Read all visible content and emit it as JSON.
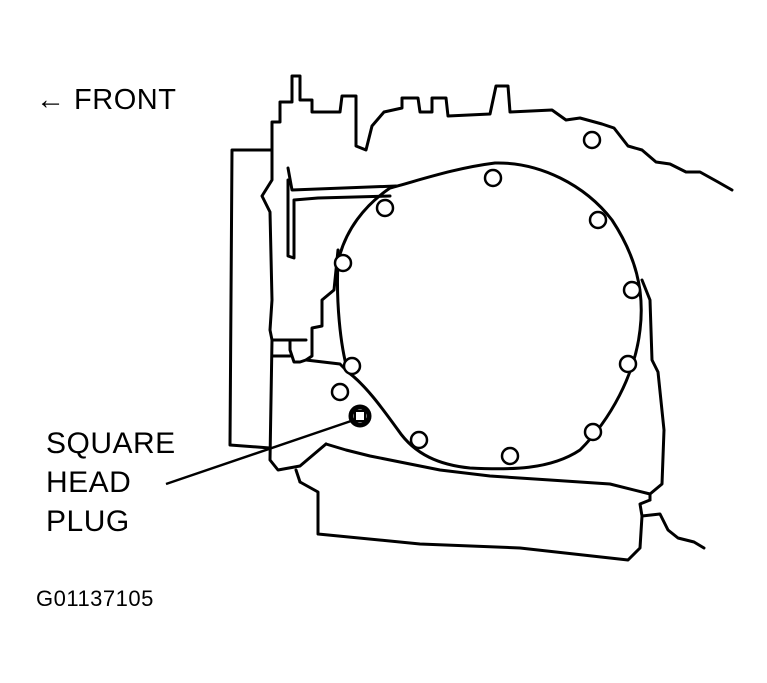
{
  "direction_label": "← FRONT",
  "callout": {
    "lines": [
      "SQUARE",
      "HEAD",
      "PLUG"
    ]
  },
  "figure_id": "G01137105",
  "colors": {
    "ink": "#000000",
    "paper": "#ffffff"
  }
}
